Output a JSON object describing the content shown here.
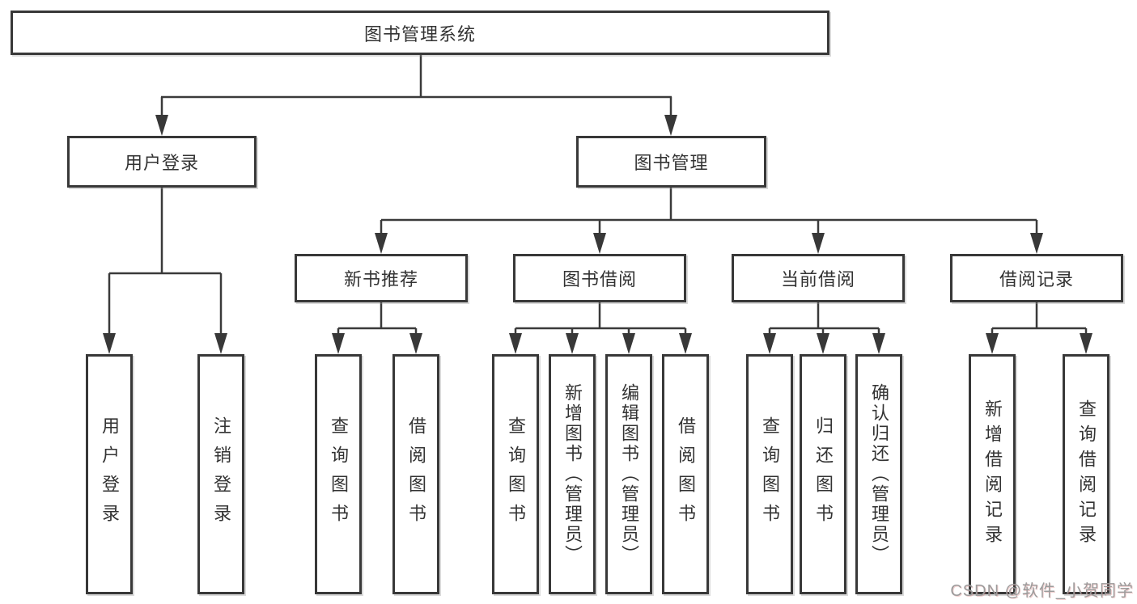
{
  "diagram": {
    "title": "图书管理系统",
    "user_login": {
      "label": "用户登录",
      "children": [
        "用户登录",
        "注销登录"
      ]
    },
    "book_management": {
      "label": "图书管理",
      "sections": [
        {
          "label": "新书推荐",
          "children": [
            "查询图书",
            "借阅图书"
          ]
        },
        {
          "label": "图书借阅",
          "children": [
            "查询图书",
            "新增图书（管理员）",
            "编辑图书（管理员）",
            "借阅图书"
          ]
        },
        {
          "label": "当前借阅",
          "children": [
            "查询图书",
            "归还图书",
            "确认归还（管理员）"
          ]
        },
        {
          "label": "借阅记录",
          "children": [
            "新增借阅记录",
            "查询借阅记录"
          ]
        }
      ]
    },
    "watermark": "CSDN @软件_小贺同学",
    "colors": {
      "line": "#3a3a3a",
      "box_border": "#383838",
      "text": "#333333",
      "watermark_text": "#9c9c9c"
    }
  }
}
